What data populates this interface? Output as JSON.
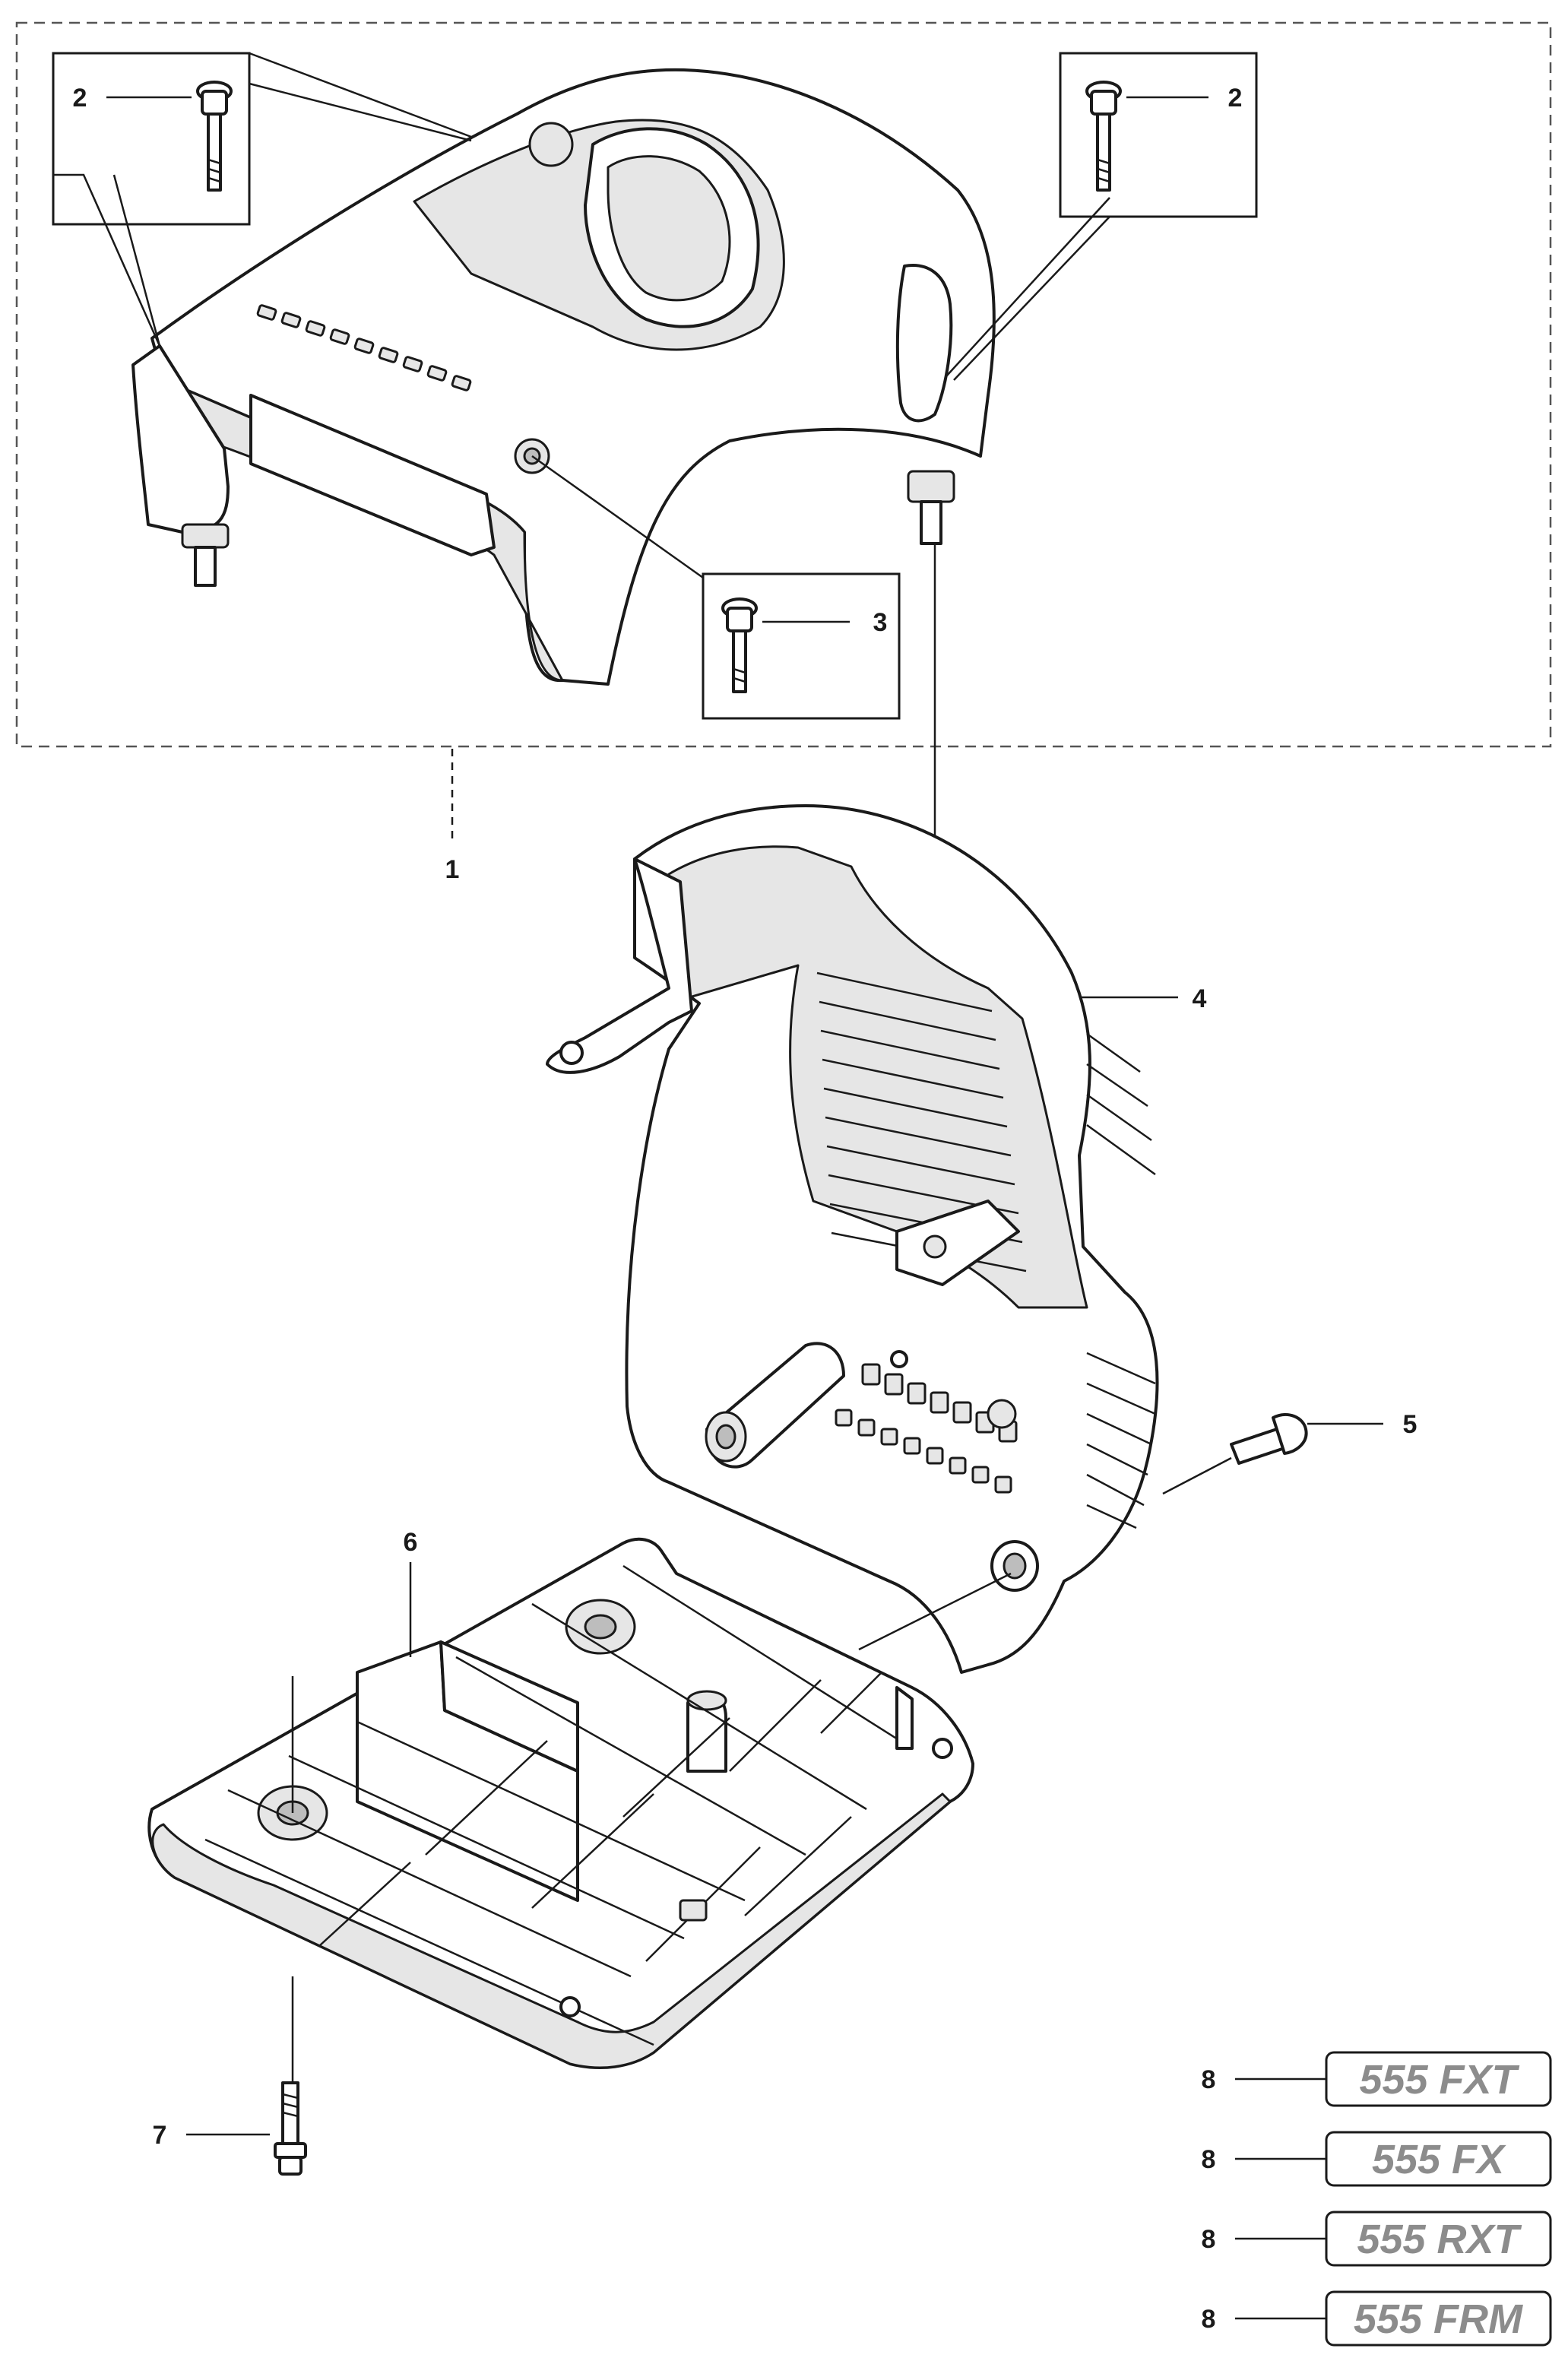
{
  "callouts": {
    "c1": "1",
    "c2a": "2",
    "c2b": "2",
    "c3": "3",
    "c4": "4",
    "c5": "5",
    "c6": "6",
    "c7": "7",
    "c8a": "8",
    "c8b": "8",
    "c8c": "8",
    "c8d": "8"
  },
  "decals": {
    "d1": "555 FXT",
    "d2": "555 FX",
    "d3": "555 RXT",
    "d4": "555 FRM"
  },
  "colors": {
    "line": "#1a1a1a",
    "decal_text": "#8c8c8c",
    "shade": "#e6e6e6"
  }
}
